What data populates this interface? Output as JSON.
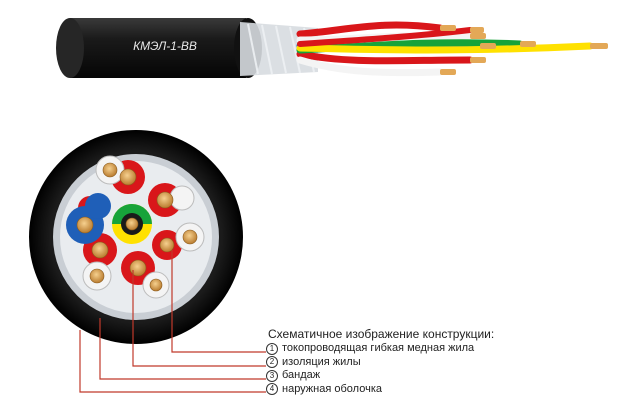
{
  "cable": {
    "marking": "КМЭЛ-1-ВВ"
  },
  "legend": {
    "title": "Схематичное изображение конструкции:",
    "items": [
      {
        "num": "1",
        "text": "токопроводящая гибкая медная жила"
      },
      {
        "num": "2",
        "text": "изоляция жилы"
      },
      {
        "num": "3",
        "text": "бандаж"
      },
      {
        "num": "4",
        "text": "наружная оболочка"
      }
    ]
  },
  "colors": {
    "sheath": "#141414",
    "leader_line": "#c0392b",
    "copper": "#e3a857",
    "insulation_red": "#d9161a",
    "insulation_white": "#f4f4f4",
    "insulation_blue": "#1f5fb8",
    "insulation_yellow": "#ffe100",
    "insulation_green": "#17a33a",
    "screen_grey": "#cfd4d9"
  }
}
